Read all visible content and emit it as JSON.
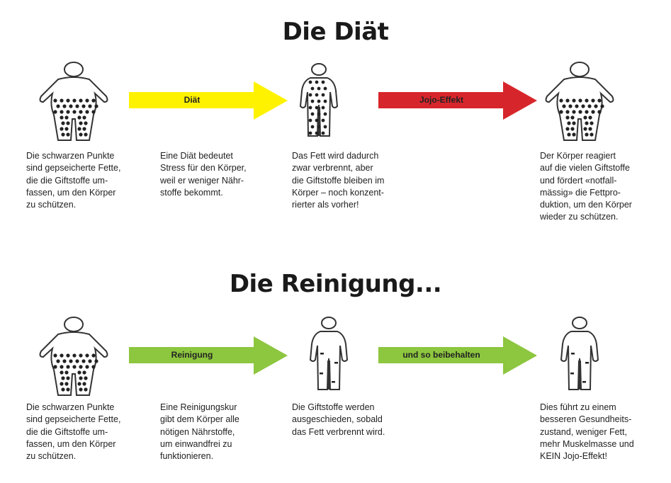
{
  "colors": {
    "yellow": "#fff200",
    "red": "#d7262b",
    "green": "#8dc63f"
  },
  "diet": {
    "title": "Die Diät",
    "arrow1": "Diät",
    "arrow2": "Jojo-Effekt",
    "texts": [
      "Die schwarzen Punkte\nsind gepseicherte Fette,\ndie die Giftstoffe um-\nfassen, um den Körper\nzu schützen.",
      "Eine Diät bedeutet\nStress für den Körper,\nweil er weniger Nähr-\nstoffe bekommt.",
      "Das Fett wird dadurch\nzwar verbrennt, aber\ndie Giftstoffe bleiben im\nKörper – noch konzent-\nrierter als vorher!",
      "Der Körper reagiert\nauf die vielen Giftstoffe\nund fördert «notfall-\nmässig» die Fettpro-\nduktion, um den Körper\nwieder zu schützen."
    ]
  },
  "cleanse": {
    "title": "Die Reinigung...",
    "arrow1": "Reinigung",
    "arrow2": "und so beibehalten",
    "texts": [
      "Die schwarzen Punkte\nsind gepseicherte Fette,\ndie die Giftstoffe um-\nfassen, um den Körper\nzu schützen.",
      "Eine Reinigungskur\ngibt dem Körper alle\nnötigen Nährstoffe,\num einwandfrei zu\nfunktionieren.",
      "Die Giftstoffe werden\nausgeschieden, sobald\ndas Fett verbrennt wird.",
      "Dies führt zu einem\nbesseren Gesundheits-\nzustand, weniger Fett,\nmehr Muskelmasse und\nKEIN Jojo-Effekt!"
    ]
  }
}
